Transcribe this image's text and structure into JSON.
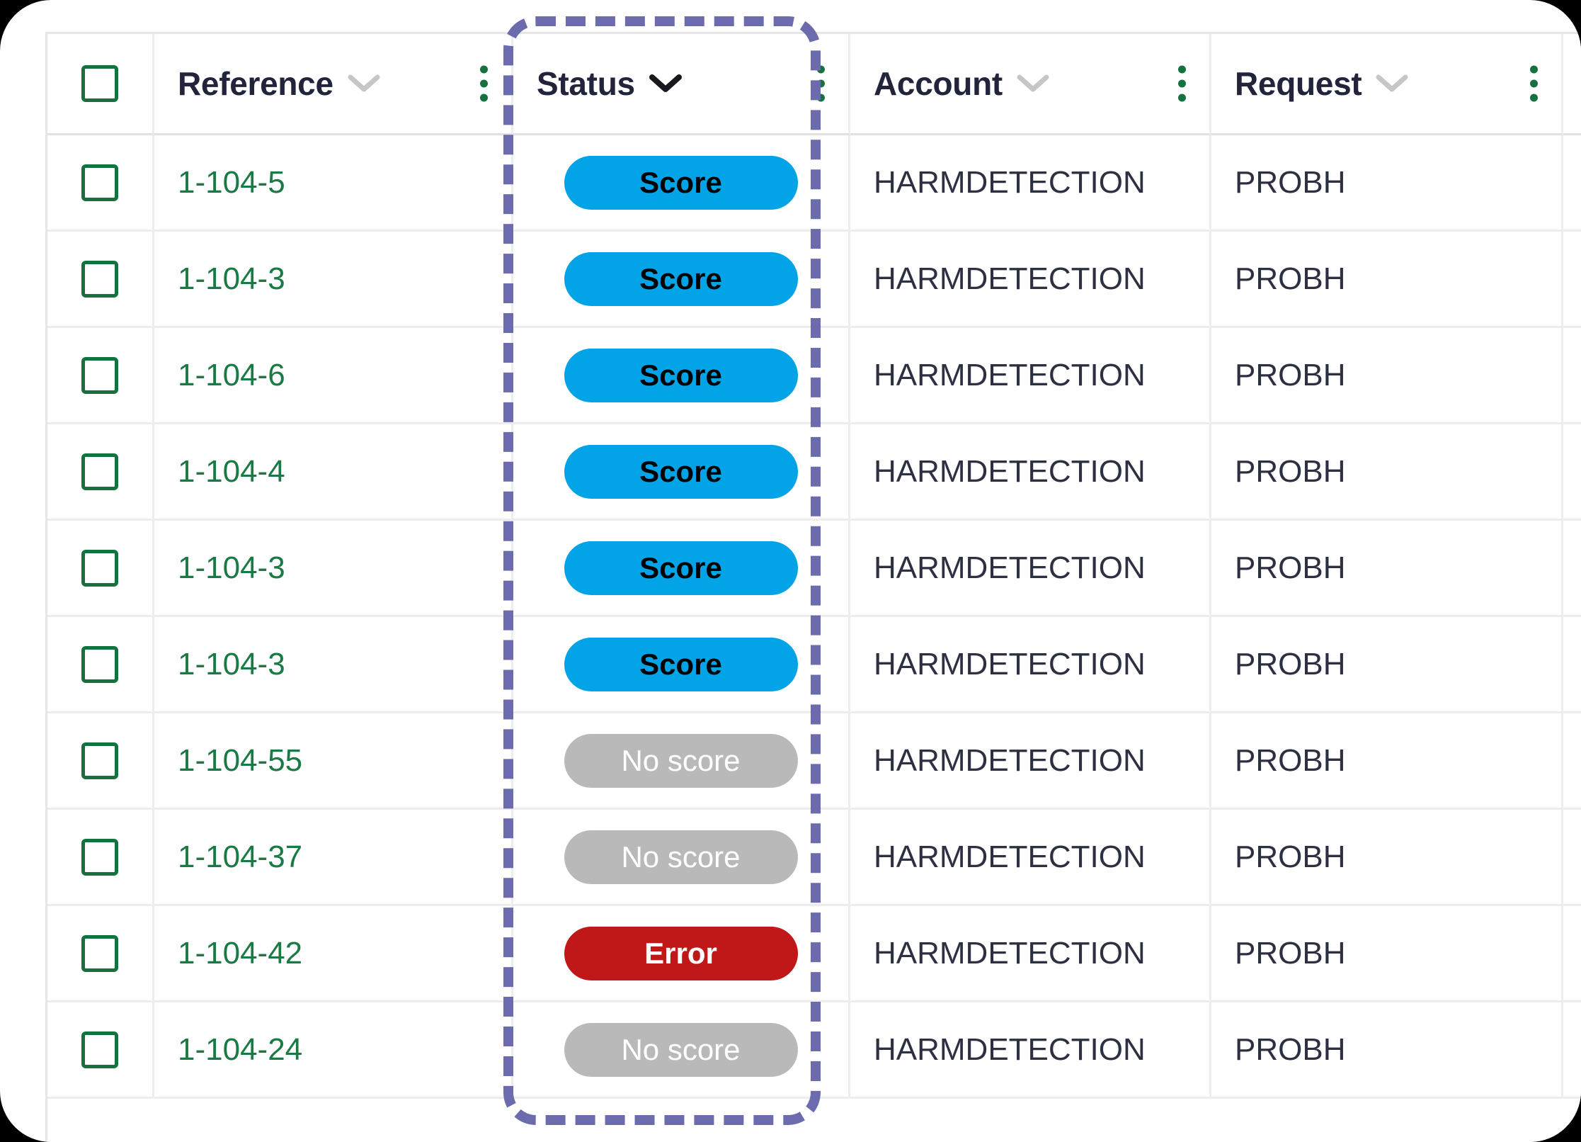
{
  "table": {
    "columns": [
      {
        "key": "select",
        "label": "",
        "icon": "checkbox-icon",
        "sorted": false,
        "has_menu": false
      },
      {
        "key": "reference",
        "label": "Reference",
        "icon": "chevron-down-icon",
        "sorted": false,
        "has_menu": true
      },
      {
        "key": "status",
        "label": "Status",
        "icon": "chevron-down-icon",
        "sorted": true,
        "has_menu": true
      },
      {
        "key": "account",
        "label": "Account",
        "icon": "chevron-down-icon",
        "sorted": false,
        "has_menu": true
      },
      {
        "key": "request",
        "label": "Request",
        "icon": "chevron-down-icon",
        "sorted": false,
        "has_menu": true
      }
    ],
    "rows": [
      {
        "reference": "1-104-5",
        "status": "Score",
        "status_kind": "score",
        "account": "HARMDETECTION",
        "request": "PROBH",
        "selected": false
      },
      {
        "reference": "1-104-3",
        "status": "Score",
        "status_kind": "score",
        "account": "HARMDETECTION",
        "request": "PROBH",
        "selected": false
      },
      {
        "reference": "1-104-6",
        "status": "Score",
        "status_kind": "score",
        "account": "HARMDETECTION",
        "request": "PROBH",
        "selected": false
      },
      {
        "reference": "1-104-4",
        "status": "Score",
        "status_kind": "score",
        "account": "HARMDETECTION",
        "request": "PROBH",
        "selected": false
      },
      {
        "reference": "1-104-3",
        "status": "Score",
        "status_kind": "score",
        "account": "HARMDETECTION",
        "request": "PROBH",
        "selected": false
      },
      {
        "reference": "1-104-3",
        "status": "Score",
        "status_kind": "score",
        "account": "HARMDETECTION",
        "request": "PROBH",
        "selected": false
      },
      {
        "reference": "1-104-55",
        "status": "No score",
        "status_kind": "noscore",
        "account": "HARMDETECTION",
        "request": "PROBH",
        "selected": false
      },
      {
        "reference": "1-104-37",
        "status": "No score",
        "status_kind": "noscore",
        "account": "HARMDETECTION",
        "request": "PROBH",
        "selected": false
      },
      {
        "reference": "1-104-42",
        "status": "Error",
        "status_kind": "error",
        "account": "HARMDETECTION",
        "request": "PROBH",
        "selected": false
      },
      {
        "reference": "1-104-24",
        "status": "No score",
        "status_kind": "noscore",
        "account": "HARMDETECTION",
        "request": "PROBH",
        "selected": false
      }
    ]
  },
  "highlight": {
    "target_column": "status",
    "color": "#6b6bad",
    "style": "dashed"
  },
  "colors": {
    "score_pill": "#03a3e8",
    "noscore_pill": "#b9b9b9",
    "error_pill": "#c01818",
    "link_green": "#1a7a44",
    "accent_green": "#15713d",
    "header_text": "#21243a",
    "body_text": "#2c3040",
    "grid_line": "#ededed",
    "highlight_purple": "#6b6bad"
  }
}
